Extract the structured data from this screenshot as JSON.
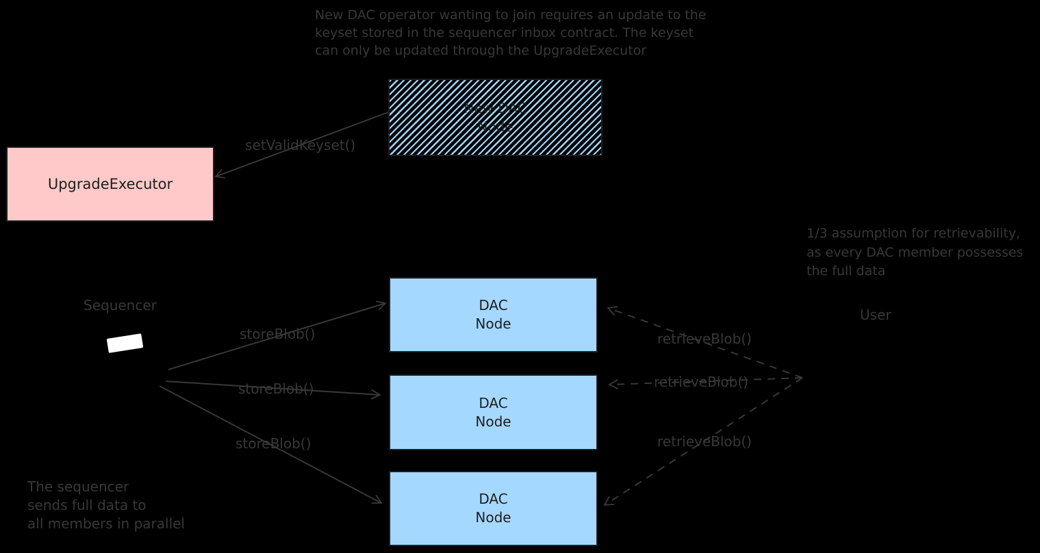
{
  "colors": {
    "background": "#000000",
    "ink": "#383838",
    "box_stroke": "#1e1e1e",
    "box_text": "#1e1e1e",
    "pink_fill": "#ffc9c9",
    "blue_fill": "#a5d8ff",
    "white": "#ffffff"
  },
  "notes": {
    "top": {
      "lines": [
        "New DAC operator wanting to join requires an update to the",
        "keyset stored in the sequencer inbox contract. The keyset",
        "can only be updated through the UpgradeExecutor"
      ]
    },
    "right": {
      "lines": [
        "1/3 assumption for retrievability,",
        "as every DAC member possesses",
        "the full data"
      ]
    },
    "bottom_left": {
      "lines": [
        "The sequencer",
        "sends full data to",
        "all members in parallel"
      ]
    }
  },
  "nodes": {
    "new_dac_node": {
      "lines": [
        "New DAC",
        "Node"
      ],
      "fill_style": "hachure"
    },
    "upgrade_executor": {
      "label": "UpgradeExecutor"
    },
    "dac_nodes": [
      {
        "lines": [
          "DAC",
          "Node"
        ]
      },
      {
        "lines": [
          "DAC",
          "Node"
        ]
      },
      {
        "lines": [
          "DAC",
          "Node"
        ]
      }
    ],
    "sequencer": {
      "label": "Sequencer"
    },
    "user": {
      "label": "User"
    }
  },
  "edges": {
    "set_valid_keyset": {
      "label": "setValidKeyset()",
      "style": "solid"
    },
    "store_blob": {
      "style": "solid",
      "labels": [
        "storeBlob()",
        "storeBlob()",
        "storeBlob()"
      ]
    },
    "retrieve_blob": {
      "style": "dashed",
      "labels": [
        "retrieveBlob()",
        "retrieveBlob()",
        "retrieveBlob()"
      ]
    }
  },
  "icons": {
    "sequencer": "laptop-icon"
  }
}
